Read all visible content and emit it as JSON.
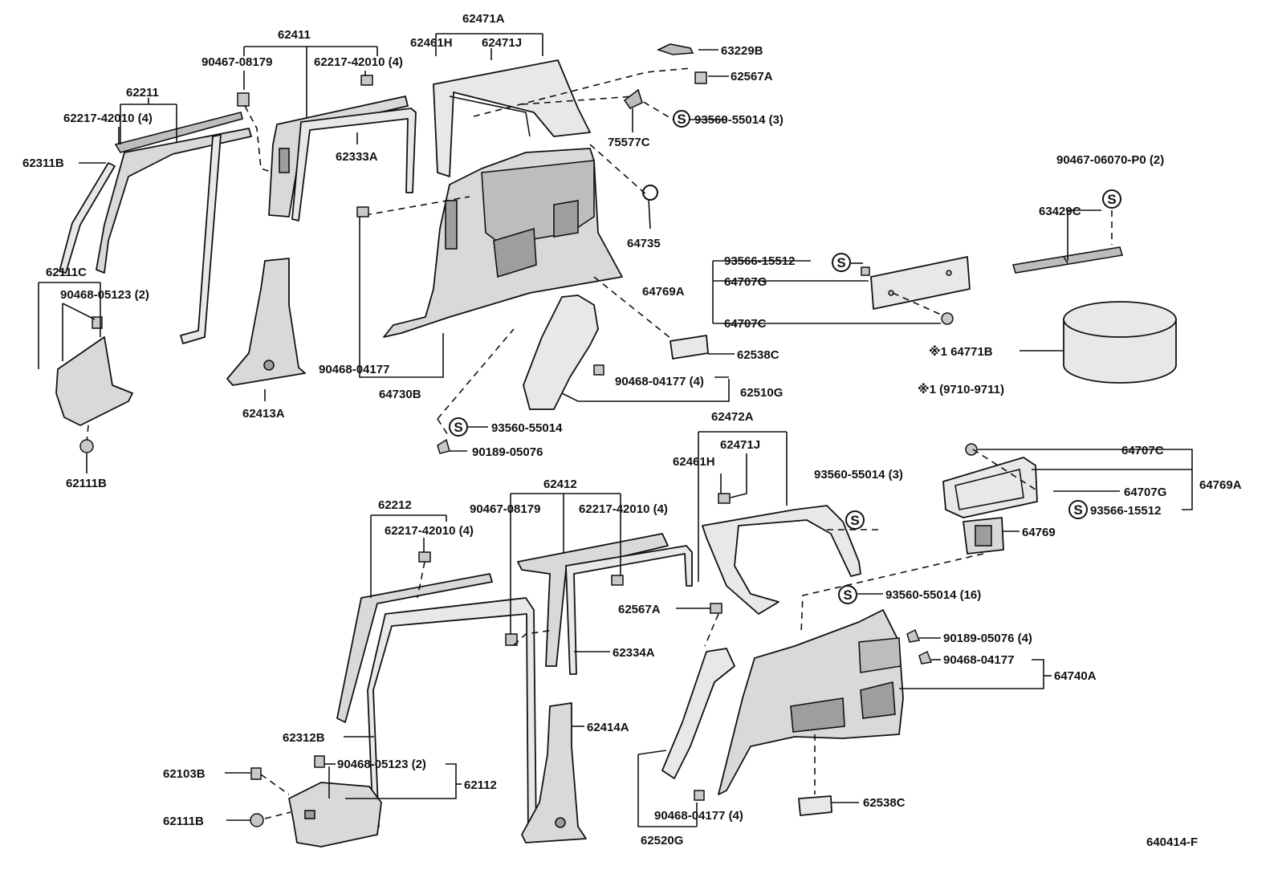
{
  "labels": {
    "l62471A": "62471A",
    "l62461H": "62461H",
    "l62471J": "62471J",
    "l62411": "62411",
    "l90467_08179": "90467-08179",
    "l62217_42010_4_a": "62217-42010 (4)",
    "l63229B": "63229B",
    "l62567A_a": "62567A",
    "l62211": "62211",
    "l62217_42010_4_b": "62217-42010 (4)",
    "l93560_55014_3_a": "93560-55014 (3)",
    "l62311B": "62311B",
    "l62333A": "62333A",
    "l75577C": "75577C",
    "l90467_06070": "90467-06070-P0 (2)",
    "l63429C": "63429C",
    "l64735": "64735",
    "l62111C": "62111C",
    "l93566_15512_a": "93566-15512",
    "l64707G_a": "64707G",
    "l64769A_a": "64769A",
    "l90468_05123_2_a": "90468-05123 (2)",
    "l64707C_a": "64707C",
    "l64771B": "※1 64771B",
    "l62538C_a": "62538C",
    "l90468_04177_a": "90468-04177",
    "l90468_04177_4_a": "90468-04177 (4)",
    "l62510G": "62510G",
    "l64730B": "64730B",
    "l9710_9711": "※1  (9710-9711)",
    "l62413A": "62413A",
    "l93560_55014": "93560-55014",
    "l90189_05076": "90189-05076",
    "l62111B_a": "62111B",
    "l62472A": "62472A",
    "l62461H_b": "62461H",
    "l62471J_b": "62471J",
    "l64707C_b": "64707C",
    "l93560_55014_3_b": "93560-55014 (3)",
    "l62412": "62412",
    "l62212": "62212",
    "l90467_08179_b": "90467-08179",
    "l62217_42010_4_c": "62217-42010 (4)",
    "l62217_42010_4_d": "62217-42010 (4)",
    "l64707G_b": "64707G",
    "l64769A_b": "64769A",
    "l93566_15512_b": "93566-15512",
    "l64769": "64769",
    "l93560_55014_16": "93560-55014 (16)",
    "l62567A_b": "62567A",
    "l90189_05076_4": "90189-05076 (4)",
    "l62334A": "62334A",
    "l90468_04177_b": "90468-04177",
    "l64740A": "64740A",
    "l62414A": "62414A",
    "l62312B": "62312B",
    "l90468_05123_2_b": "90468-05123 (2)",
    "l62103B": "62103B",
    "l62112": "62112",
    "l62111B_b": "62111B",
    "l62538C_b": "62538C",
    "l90468_04177_4_b": "90468-04177 (4)",
    "l62520G": "62520G",
    "l640414F": "640414-F"
  },
  "stamp_letter": "S"
}
